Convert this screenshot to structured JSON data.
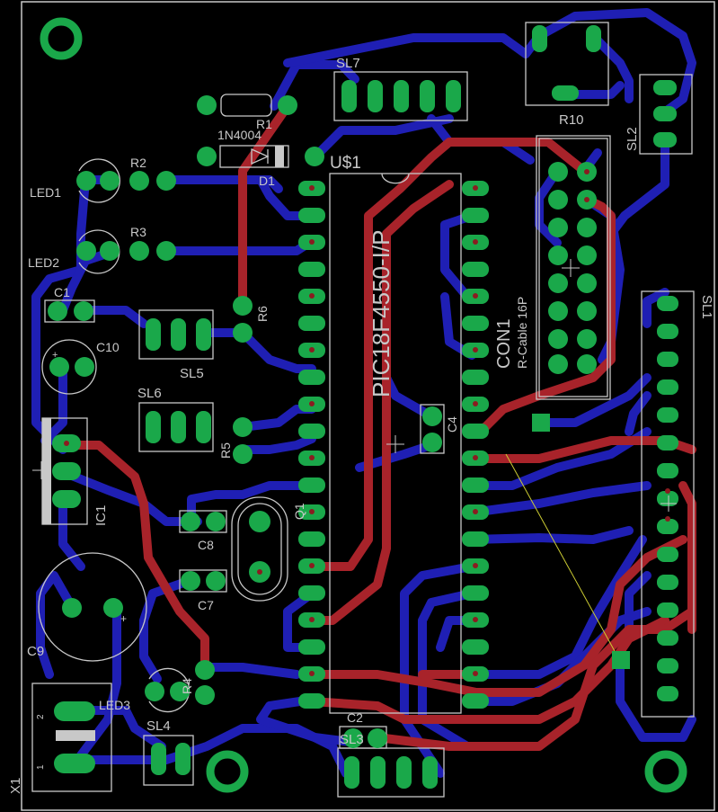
{
  "board": {
    "theme": {
      "background": "#000000",
      "bottom_copper": "#1f1fb4",
      "top_copper": "#a8232a",
      "pads": "#1aa84a",
      "silkscreen": "#c8c8c8"
    }
  },
  "labels": {
    "sl7": "SL7",
    "r1": "R1",
    "n1n4004": "1N4004",
    "d1": "D1",
    "u1": "U$1",
    "r2": "R2",
    "r3": "R3",
    "led1": "LED1",
    "led2": "LED2",
    "c1": "C1",
    "c10": "C10",
    "sl5": "SL5",
    "sl6": "SL6",
    "r6": "R6",
    "r5": "R5",
    "ic1": "IC1",
    "c8": "C8",
    "c7": "C7",
    "q1": "Q1",
    "c9": "C9",
    "led3": "LED3",
    "r4": "R4",
    "sl4": "SL4",
    "c2": "C2",
    "sl3": "SL3",
    "x1": "X1",
    "r10": "R10",
    "sl2": "SL2",
    "sl1": "SL1",
    "con1": "CON1",
    "rcable": "R-Cable 16P",
    "pic": "PIC18F4550-I/P",
    "c4": "C4",
    "x1_pin1": "1",
    "x1_pin2": "2",
    "c9_plus": "+",
    "c10_plus": "+"
  }
}
